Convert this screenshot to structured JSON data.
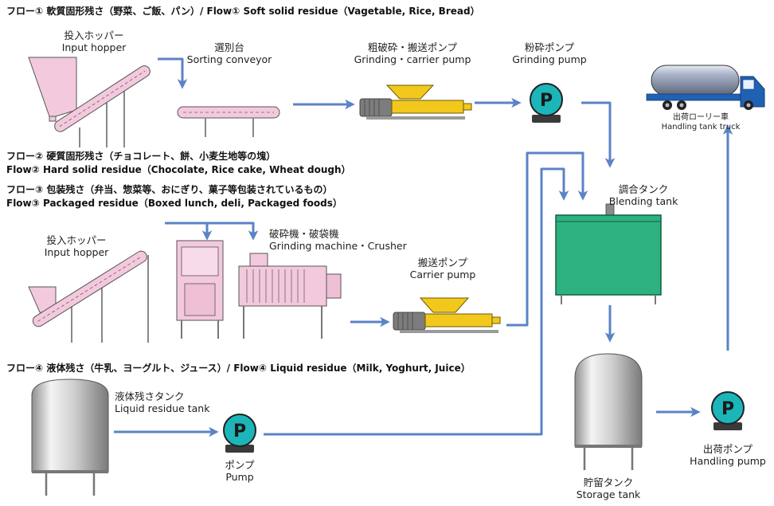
{
  "flows": {
    "flow1": "フロー①  軟質固形残さ（野菜、ご飯、パン）/ Flow①  Soft solid residue（Vagetable, Rice, Bread）",
    "flow2_ja": "フロー②  硬質固形残さ（チョコレート、餅、小麦生地等の塊）",
    "flow2_en": "Flow②  Hard solid residue（Chocolate, Rice cake, Wheat dough）",
    "flow3_ja": "フロー③  包装残さ（弁当、惣菜等、おにぎり、菓子等包装されているもの）",
    "flow3_en": "Flow③  Packaged residue（Boxed lunch, deli, Packaged foods）",
    "flow4": "フロー④  液体残さ（牛乳、ヨーグルト、ジュース）/ Flow④  Liquid residue（Milk, Yoghurt, Juice）"
  },
  "equipment": {
    "input_hopper_1": {
      "ja": "投入ホッパー",
      "en": "Input hopper"
    },
    "sorting_conveyor": {
      "ja": "選別台",
      "en": "Sorting conveyor"
    },
    "grinding_carrier_pump": {
      "ja": "粗破砕・搬送ポンプ",
      "en": "Grinding・carrier pump"
    },
    "grinding_pump": {
      "ja": "粉砕ポンプ",
      "en": "Grinding pump"
    },
    "handling_tank_truck": {
      "ja": "出荷ローリー車",
      "en": "Handling tank truck"
    },
    "blending_tank": {
      "ja": "調合タンク",
      "en": "Blending tank"
    },
    "input_hopper_2": {
      "ja": "投入ホッパー",
      "en": "Input hopper"
    },
    "grinding_machine": {
      "ja": "破砕機・破袋機",
      "en": "Grinding machine・Crusher"
    },
    "carrier_pump": {
      "ja": "搬送ポンプ",
      "en": "Carrier pump"
    },
    "liquid_residue_tank": {
      "ja": "液体残さタンク",
      "en": "Liquid residue tank"
    },
    "pump": {
      "ja": "ポンプ",
      "en": "Pump"
    },
    "storage_tank": {
      "ja": "貯留タンク",
      "en": "Storage tank"
    },
    "handling_pump": {
      "ja": "出荷ポンプ",
      "en": "Handling pump"
    }
  },
  "pump_letter": "P",
  "colors": {
    "arrow": "#5b83c6",
    "hopper": "#f3c9dd",
    "pump_body": "#1cb5b9",
    "tank_green": "#2db27f",
    "motor_yellow": "#f3c81d",
    "truck_blue": "#1f62b4"
  }
}
